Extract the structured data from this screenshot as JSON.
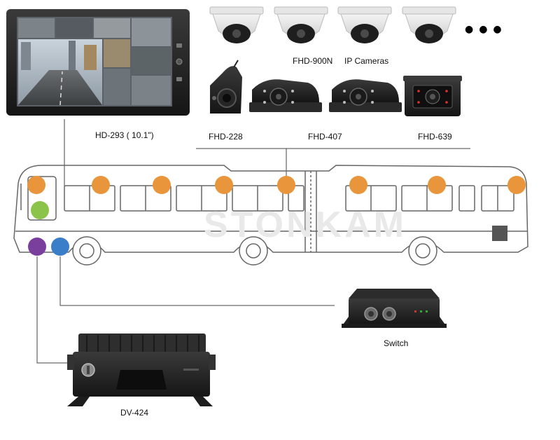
{
  "watermark": "STONKAM",
  "monitor": {
    "label": "HD-293 ( 10.1\")"
  },
  "cameras": {
    "dome_label": "FHD-900N",
    "ip_label": "IP Cameras",
    "more": "●●●",
    "fhd228": "FHD-228",
    "fhd407": "FHD-407",
    "fhd639": "FHD-639"
  },
  "switch": {
    "label": "Switch"
  },
  "dvr": {
    "label": "DV-424"
  },
  "colors": {
    "camera_marker": "#e8953b",
    "monitor_marker": "#8cc34a",
    "dvr_marker": "#7a3f9d",
    "switch_marker": "#3a7dc9",
    "bus_outline": "#666666",
    "connector_line": "#444444"
  }
}
